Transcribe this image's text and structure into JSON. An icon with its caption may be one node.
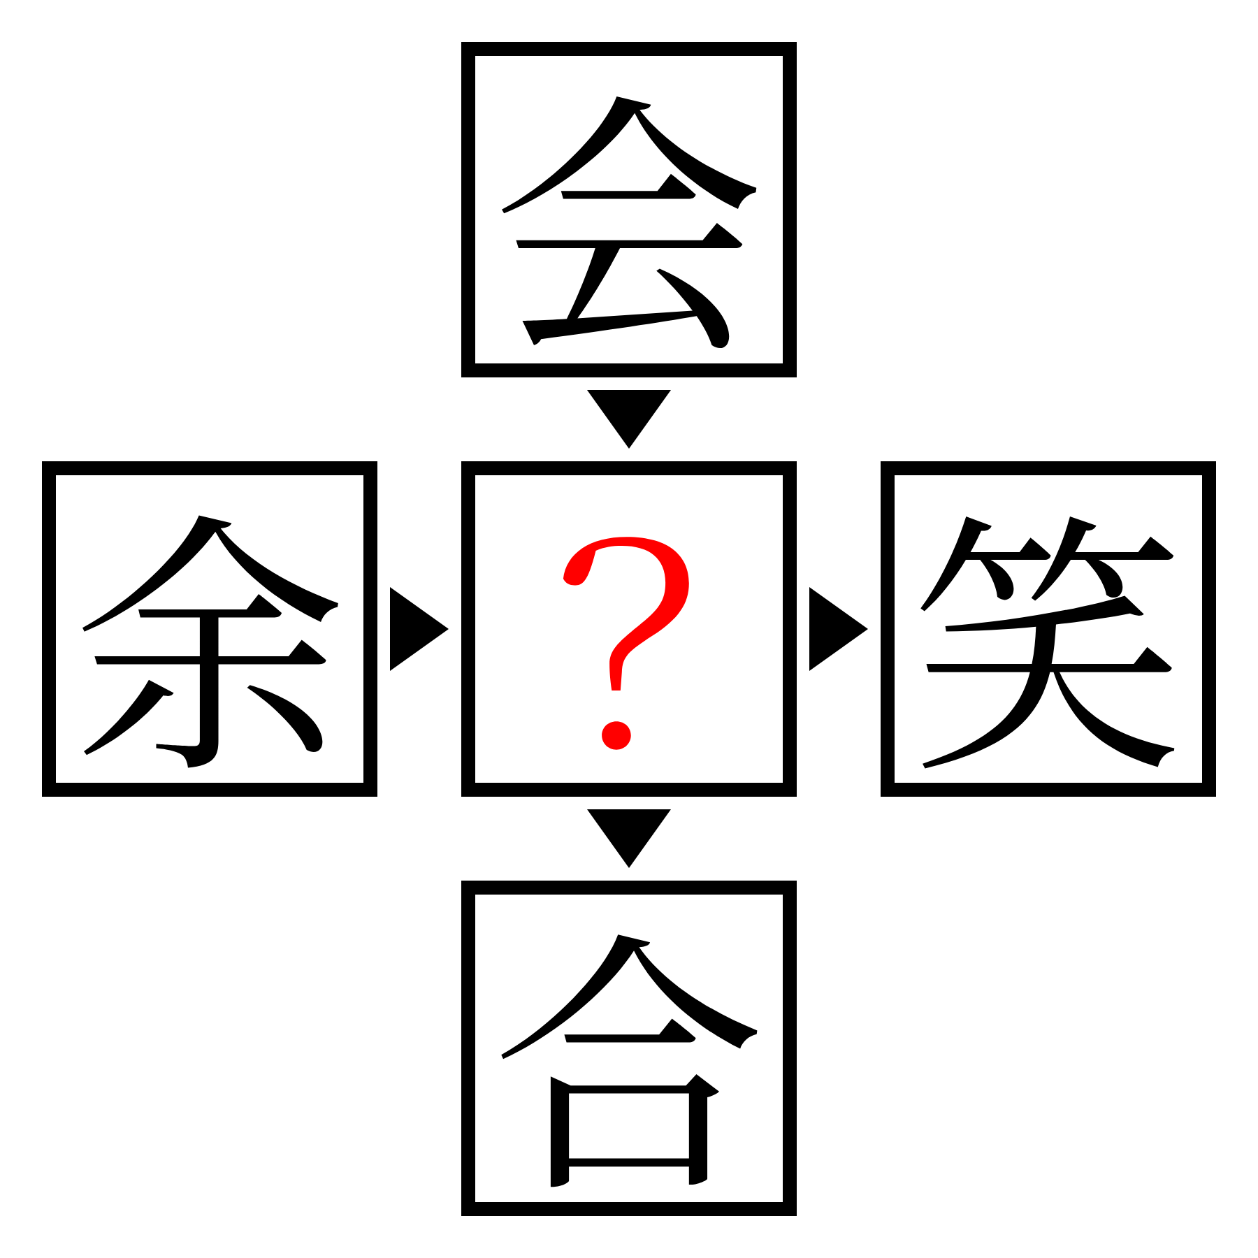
{
  "diagram": {
    "nodes": [
      {
        "text": [
          "会"
        ]
      },
      {
        "text": [
          "余"
        ]
      },
      {
        "text": [
          "？"
        ]
      },
      {
        "text": [
          "笑"
        ]
      },
      {
        "text": [
          "合"
        ]
      }
    ],
    "edges": [
      {
        "from": 0,
        "to": 2,
        "arrow": "to"
      },
      {
        "from": 1,
        "to": 2,
        "arrow": "to"
      },
      {
        "from": 2,
        "to": 3,
        "arrow": "to"
      },
      {
        "from": 2,
        "to": 4,
        "arrow": "to"
      }
    ]
  }
}
